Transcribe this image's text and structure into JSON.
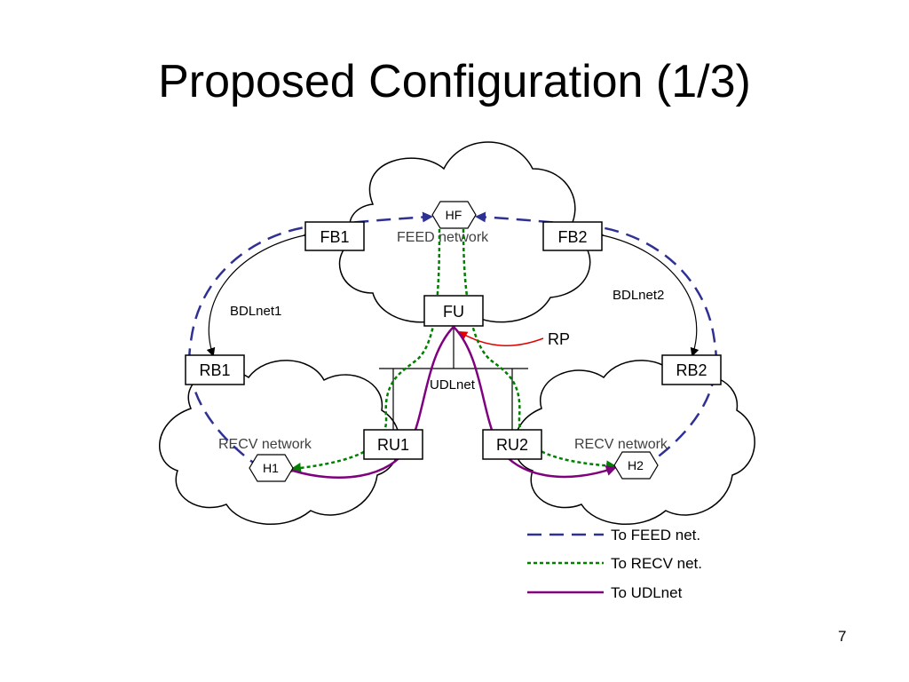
{
  "slide": {
    "title": "Proposed Configuration (1/3)",
    "page_number": "7"
  },
  "diagram": {
    "clouds": {
      "feed": "FEED network",
      "recv_left": "RECV network",
      "recv_right": "RECV network"
    },
    "nodes": {
      "fb1": "FB1",
      "fb2": "FB2",
      "fu": "FU",
      "rb1": "RB1",
      "rb2": "RB2",
      "ru1": "RU1",
      "ru2": "RU2",
      "hf": "HF",
      "h1": "H1",
      "h2": "H2"
    },
    "links": {
      "bdlnet1": "BDLnet1",
      "bdlnet2": "BDLnet2",
      "udlnet": "UDLnet",
      "rp": "RP"
    },
    "legend": [
      {
        "label": "To FEED net.",
        "style": "dashed",
        "color": "#2E3192"
      },
      {
        "label": "To RECV net.",
        "style": "dotted",
        "color": "#008000"
      },
      {
        "label": "To UDLnet",
        "style": "solid",
        "color": "#800080"
      }
    ],
    "colors": {
      "feed": "#2E3192",
      "recv": "#008000",
      "udl": "#800080",
      "rp_arrow": "#E00000"
    }
  }
}
